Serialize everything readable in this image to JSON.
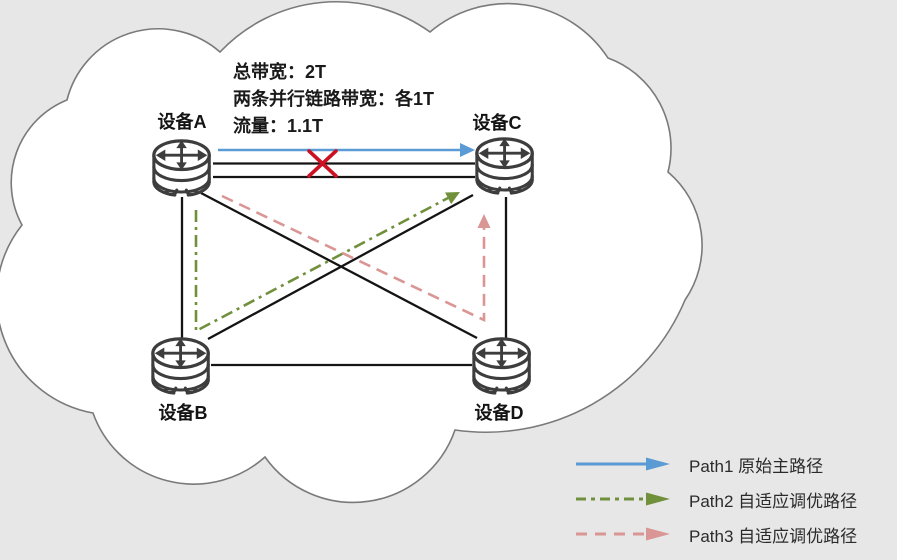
{
  "annotation": {
    "line1": "总带宽：2T",
    "line2": "两条并行链路带宽：各1T",
    "line3": "流量：1.1T"
  },
  "devices": [
    {
      "id": "A",
      "label": "设备A"
    },
    {
      "id": "B",
      "label": "设备B"
    },
    {
      "id": "C",
      "label": "设备C"
    },
    {
      "id": "D",
      "label": "设备D"
    }
  ],
  "topology": {
    "links": [
      {
        "from": "设备A",
        "to": "设备C",
        "parallel_lines": 2
      },
      {
        "from": "设备A",
        "to": "设备B"
      },
      {
        "from": "设备A",
        "to": "设备D"
      },
      {
        "from": "设备B",
        "to": "设备C"
      },
      {
        "from": "设备B",
        "to": "设备D"
      },
      {
        "from": "设备C",
        "to": "设备D"
      }
    ]
  },
  "paths": [
    {
      "id": "Path1",
      "label": "Path1 原始主路径",
      "color": "#5b9bd5",
      "style": "solid",
      "route": [
        "设备A",
        "设备C"
      ]
    },
    {
      "id": "Path2",
      "label": "Path2 自适应调优路径",
      "color": "#71903c",
      "style": "dash-dot",
      "route": [
        "设备A",
        "设备B",
        "设备C"
      ]
    },
    {
      "id": "Path3",
      "label": "Path3 自适应调优路径",
      "color": "#d99694",
      "style": "dashed",
      "route": [
        "设备A",
        "设备D",
        "设备C"
      ]
    }
  ],
  "failure": {
    "symbol": "✗",
    "color": "#cc1122",
    "on_link": "设备A-设备C"
  },
  "colors": {
    "background": "#e7e7e7",
    "cloud_fill": "#ffffff",
    "cloud_stroke": "#7a7a7a",
    "link": "#141414",
    "device_stroke": "#3d3d3d",
    "text": "#1a1a1a"
  }
}
